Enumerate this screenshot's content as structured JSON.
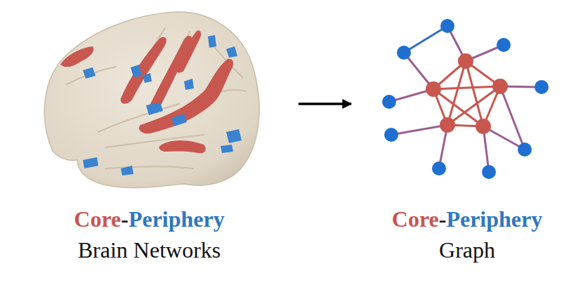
{
  "diagram": {
    "nodes": [
      {
        "text": [
          "Core",
          "-",
          "Periphery",
          "Brain Networks"
        ]
      },
      {
        "text": [
          "Core",
          "-",
          "Periphery",
          "Graph"
        ]
      }
    ],
    "edges": [
      {
        "from": 0,
        "to": 1,
        "arrow": "to"
      }
    ]
  }
}
